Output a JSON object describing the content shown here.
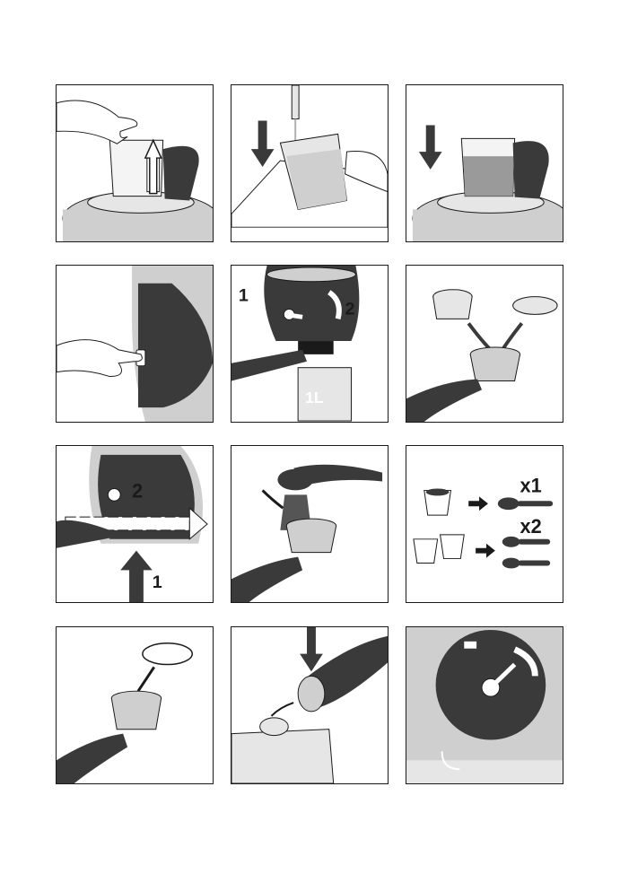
{
  "manual": {
    "panels": [
      {
        "id": "remove-tank",
        "step_labels": []
      },
      {
        "id": "fill-tank",
        "step_labels": []
      },
      {
        "id": "insert-tank",
        "step_labels": []
      },
      {
        "id": "power-on",
        "step_labels": []
      },
      {
        "id": "rinse",
        "step_labels": [
          "1",
          "2"
        ],
        "capacity": "1L"
      },
      {
        "id": "choose-filter",
        "step_labels": []
      },
      {
        "id": "attach-filter-holder",
        "step_labels": [
          "2",
          "1"
        ]
      },
      {
        "id": "fill-coffee",
        "step_labels": []
      },
      {
        "id": "dose-guide",
        "single": "x1",
        "double": "x2"
      },
      {
        "id": "place-cap",
        "step_labels": []
      },
      {
        "id": "empty-grounds",
        "step_labels": []
      },
      {
        "id": "select-dial",
        "step_labels": []
      }
    ]
  },
  "colors": {
    "outline": "#1a1a1a",
    "machine": "#cfcfcf",
    "dark": "#3a3a3a",
    "water": "#9a9a9a",
    "light": "#e6e6e6"
  }
}
